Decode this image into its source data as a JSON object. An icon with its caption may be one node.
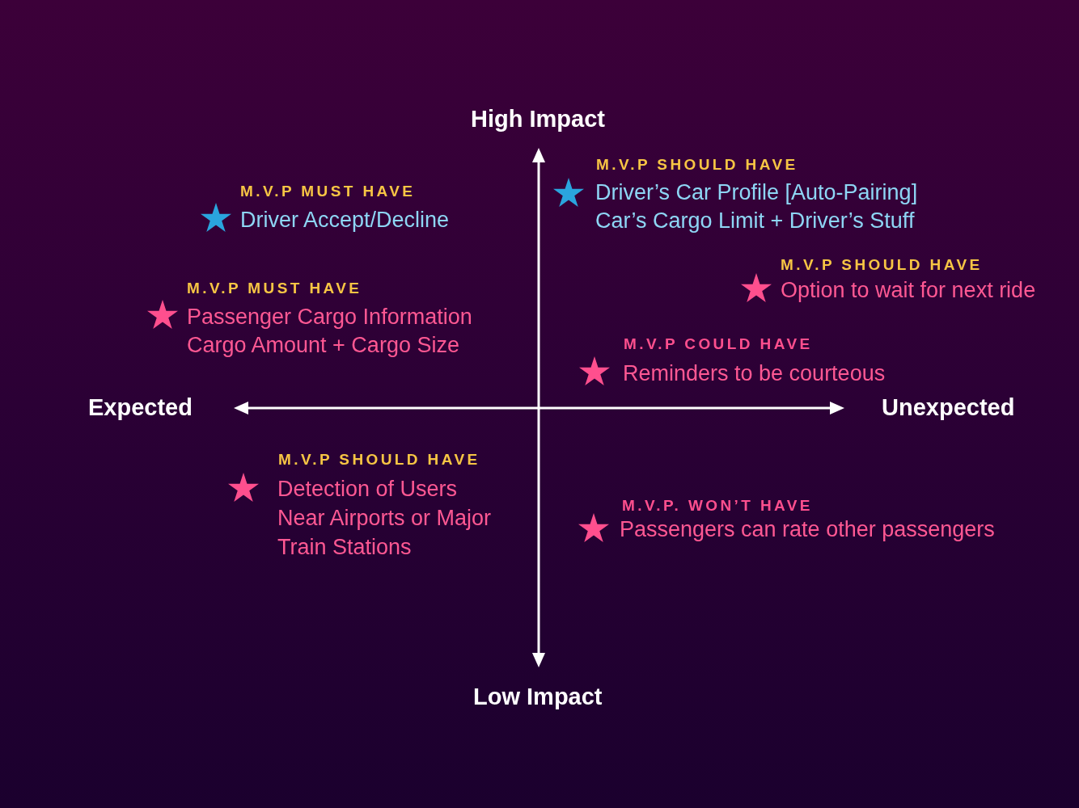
{
  "diagram": {
    "labels": [
      "High Impact",
      "M.V.P MUST HAVE",
      "Driver Accept/Decline",
      "M.V.P SHOULD HAVE",
      "Driver’s Car Profile [Auto-Pairing]",
      "Car’s Cargo Limit + Driver’s Stuff",
      "M.V.P MUST HAVE",
      "Passenger Cargo Information",
      "Cargo Amount + Cargo Size",
      "M.V.P SHOULD HAVE",
      "Option to wait for next ride",
      "M.V.P COULD HAVE",
      "Reminders to be courteous",
      "Expected",
      "Unexpected",
      "M.V.P SHOULD HAVE",
      "Detection of Users Near Airports or Major Train Stations",
      "M.V.P. WON’T HAVE",
      "Passengers can rate other passengers",
      "Low Impact"
    ]
  }
}
